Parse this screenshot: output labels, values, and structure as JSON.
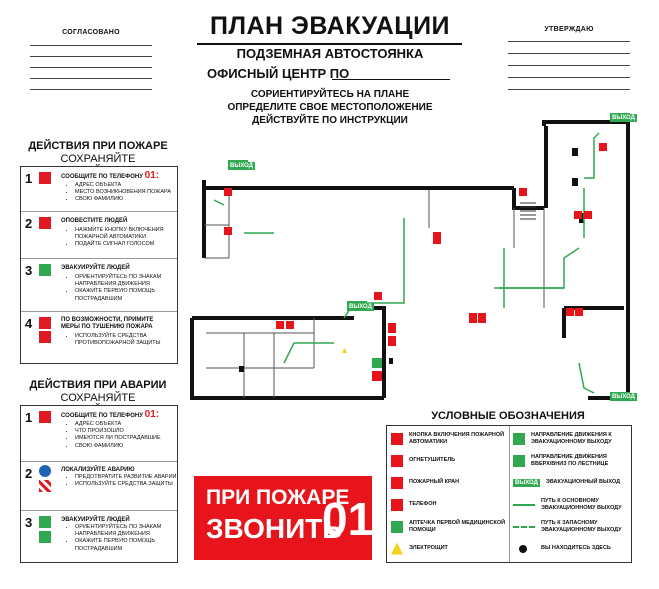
{
  "header": {
    "approved": "СОГЛАСОВАНО",
    "confirmed": "УТВЕРЖДАЮ",
    "title": "ПЛАН ЭВАКУАЦИИ",
    "subtitle": "ПОДЗЕМНАЯ АВТОСТОЯНКА",
    "office_label": "ОФИСНЫЙ ЦЕНТР ПО",
    "instructions": [
      "СОРИЕНТИРУЙТЕСЬ НА ПЛАНЕ",
      "ОПРЕДЕЛИТЕ СВОЕ МЕСТОПОЛОЖЕНИЕ",
      "ДЕЙСТВУЙТЕ ПО ИНСТРУКЦИИ"
    ]
  },
  "fire": {
    "title": "ДЕЙСТВИЯ ПРИ ПОЖАРЕ",
    "subtitle": "СОХРАНЯЙТЕ СПОКОЙСТВИЕ!",
    "steps": [
      {
        "num": "1",
        "title": "СООБЩИТЕ ПО ТЕЛЕФОНУ",
        "phone": "01",
        "suffix": ":",
        "items": [
          "АДРЕС ОБЪЕКТА",
          "МЕСТО ВОЗНИКНОВЕНИЯ ПОЖАРА",
          "СВОЮ ФАМИЛИЮ"
        ]
      },
      {
        "num": "2",
        "title": "ОПОВЕСТИТЕ ЛЮДЕЙ",
        "items": [
          "НАЖМИТЕ КНОПКУ ВКЛЮЧЕНИЯ ПОЖАРНОЙ АВТОМАТИКИ",
          "ПОДАЙТЕ СИГНАЛ ГОЛОСОМ"
        ]
      },
      {
        "num": "3",
        "title": "ЭВАКУИРУЙТЕ ЛЮДЕЙ",
        "items": [
          "ОРИЕНТИРУЙТЕСЬ ПО ЗНАКАМ НАПРАВЛЕНИЯ ДВИЖЕНИЯ",
          "ОКАЖИТЕ ПЕРВУЮ ПОМОЩЬ ПОСТРАДАВШИМ"
        ]
      },
      {
        "num": "4",
        "title": "ПО ВОЗМОЖНОСТИ, ПРИМИТЕ МЕРЫ ПО ТУШЕНИЮ ПОЖАРА",
        "items": [
          "ИСПОЛЬЗУЙТЕ СРЕДСТВА ПРОТИВОПОЖАРНОЙ ЗАЩИТЫ"
        ]
      }
    ]
  },
  "accident": {
    "title": "ДЕЙСТВИЯ ПРИ АВАРИИ",
    "subtitle": "СОХРАНЯЙТЕ СПОКОЙСТВИЕ!",
    "steps": [
      {
        "num": "1",
        "title": "СООБЩИТЕ ПО ТЕЛЕФОНУ",
        "phone": "01",
        "suffix": ":",
        "items": [
          "АДРЕС ОБЪЕКТА",
          "ЧТО ПРОИЗОШЛО",
          "ИМЕЮТСЯ ЛИ ПОСТРАДАВШИЕ",
          "СВОЮ ФАМИЛИЮ"
        ]
      },
      {
        "num": "2",
        "title": "ЛОКАЛИЗУЙТЕ АВАРИЮ",
        "items": [
          "ПРЕДОТВРАТИТЕ РАЗВИТИЕ АВАРИИ",
          "ИСПОЛЬЗУЙТЕ СРЕДСТВА ЗАЩИТЫ"
        ]
      },
      {
        "num": "3",
        "title": "ЭВАКУИРУЙТЕ ЛЮДЕЙ",
        "items": [
          "ОРИЕНТИРУЙТЕСЬ ПО ЗНАКАМ НАПРАВЛЕНИЯ ДВИЖЕНИЯ",
          "ОКАЖИТЕ ПЕРВУЮ ПОМОЩЬ ПОСТРАДАВШИМ"
        ]
      }
    ]
  },
  "banner": {
    "line1": "ПРИ ПОЖАРЕ",
    "line2": "ЗВОНИТЬ",
    "number": "01"
  },
  "legend": {
    "title": "УСЛОВНЫЕ ОБОЗНАЧЕНИЯ",
    "left": [
      {
        "icon": "fire-alarm-button-icon",
        "label": "КНОПКА ВКЛЮЧЕНИЯ ПОЖАРНОЙ АВТОМАТИКИ"
      },
      {
        "icon": "fire-extinguisher-icon",
        "label": "ОГНЕТУШИТЕЛЬ"
      },
      {
        "icon": "fire-hydrant-icon",
        "label": "ПОЖАРНЫЙ КРАН"
      },
      {
        "icon": "phone-icon",
        "label": "ТЕЛЕФОН"
      },
      {
        "icon": "first-aid-icon",
        "label": "АПТЕЧКА ПЕРВОЙ МЕДИЦИНСКОЙ ПОМОЩИ"
      },
      {
        "icon": "electric-panel-icon",
        "label": "ЭЛЕКТРОЩИТ"
      }
    ],
    "right": [
      {
        "icon": "evacuation-direction-icon",
        "label": "НАПРАВЛЕНИЕ ДВИЖЕНИЯ К ЭВАКУАЦИОННОМУ ВЫХОДУ"
      },
      {
        "icon": "stairs-direction-icon",
        "label": "НАПРАВЛЕНИЕ ДВИЖЕНИЯ ВВЕРХ/ВНИЗ ПО ЛЕСТНИЦЕ"
      },
      {
        "icon": "exit-sign-icon",
        "label": "ЭВАКУАЦИОННЫЙ ВЫХОД",
        "exit": "ВЫХОД"
      },
      {
        "icon": "main-route-arrow-icon",
        "label": "ПУТЬ К ОСНОВНОМУ ЭВАКУАЦИОННОМУ ВЫХОДУ"
      },
      {
        "icon": "spare-route-arrow-icon",
        "label": "ПУТЬ К ЗАПАСНОМУ ЭВАКУАЦИОННОМУ ВЫХОДУ"
      },
      {
        "icon": "you-are-here-icon",
        "label": "ВЫ НАХОДИТЕСЬ ЗДЕСЬ"
      }
    ]
  },
  "plan": {
    "exit_label": "ВЫХОД"
  },
  "colors": {
    "red": "#e8141c",
    "green": "#2fa84f",
    "wall": "#111111"
  }
}
